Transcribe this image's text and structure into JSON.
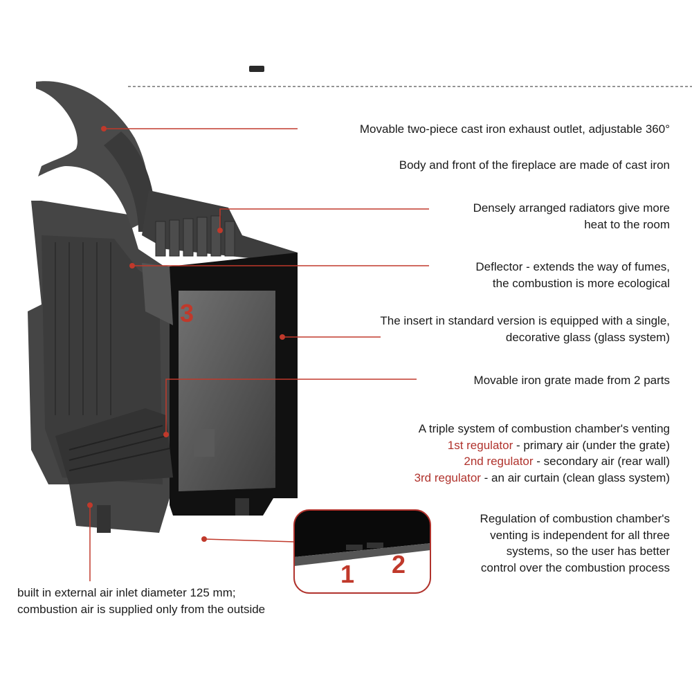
{
  "colors": {
    "accent": "#c0392b",
    "text": "#1a1a1a",
    "body": "#3a3a3a"
  },
  "callouts": {
    "exhaust": "Movable two-piece cast iron exhaust outlet, adjustable 360°",
    "body": "Body and front of the fireplace are made of cast iron",
    "radiators": [
      "Densely arranged radiators give more",
      "heat to the room"
    ],
    "deflector": [
      "Deflector - extends the way of fumes,",
      "the combustion is more ecological"
    ],
    "glass": [
      "The insert in standard version is equipped with a single,",
      "decorative glass (glass system)"
    ],
    "grate": "Movable iron grate made from 2 parts",
    "venting": {
      "title": "A triple system of combustion chamber's venting",
      "regulators": [
        {
          "name": "1st regulator",
          "desc": " - primary air (under the grate)"
        },
        {
          "name": "2nd regulator",
          "desc": " - secondary air (rear wall)"
        },
        {
          "name": "3rd regulator",
          "desc": " - an air curtain (clean glass system)"
        }
      ]
    },
    "regulation": [
      "Regulation of combustion chamber's",
      "venting is independent for all three",
      "systems, so the user has better",
      "control over the combustion process"
    ],
    "inlet": [
      "built in external air inlet diameter 125 mm;",
      "combustion air is supplied only from the outside"
    ]
  },
  "markers": {
    "three": "3",
    "one": "1",
    "two": "2"
  }
}
